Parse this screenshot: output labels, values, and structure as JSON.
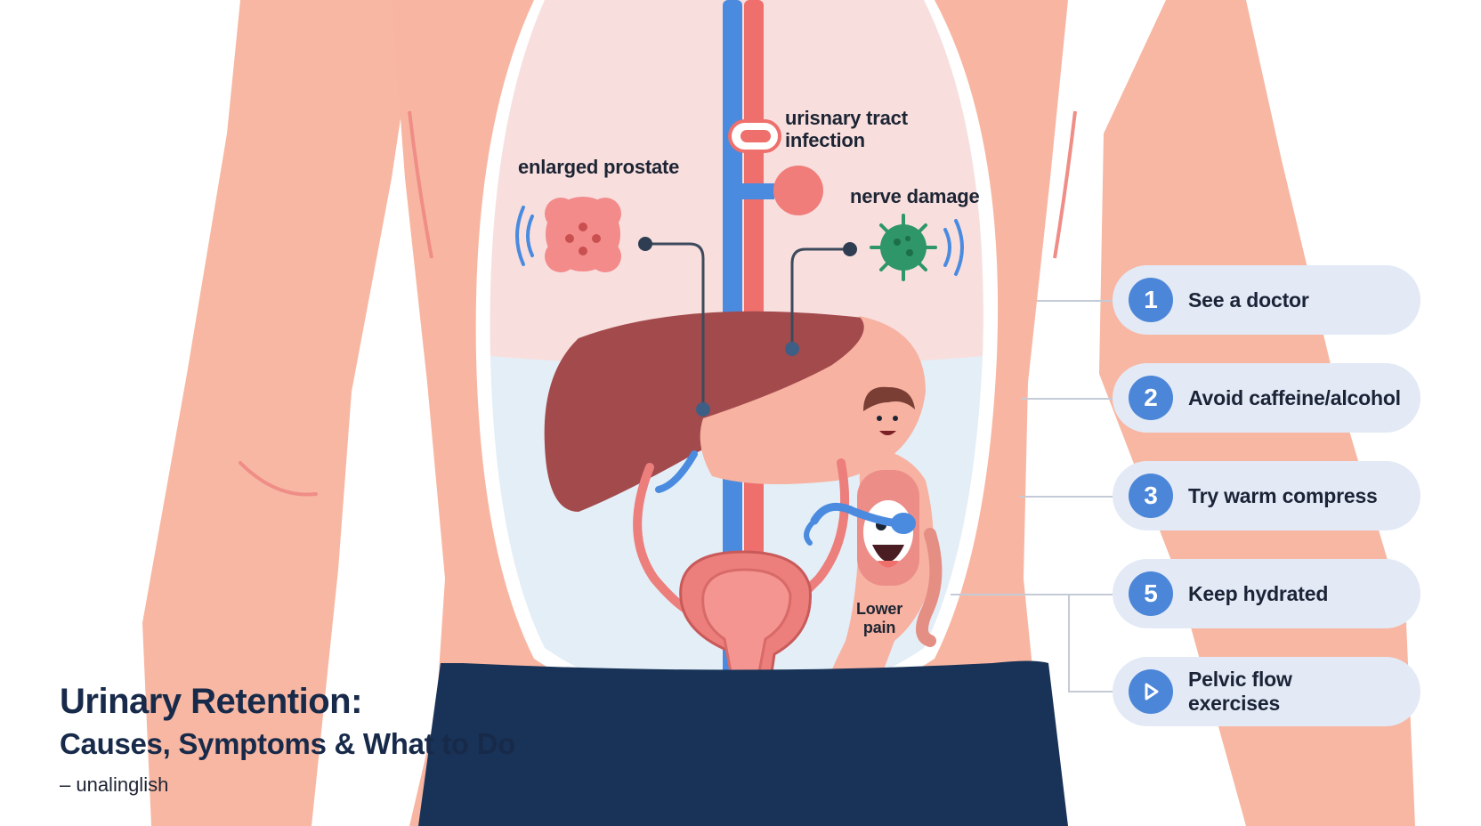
{
  "labels": {
    "uti": [
      "urisnary tract",
      "infection"
    ],
    "prostate": "enlarged prostate",
    "nerve": "nerve damage",
    "lower_pain": [
      "Lower",
      "pain"
    ]
  },
  "steps": [
    {
      "number": "1",
      "label": "See a doctor"
    },
    {
      "number": "2",
      "label": "Avoid caffeine/alcohol"
    },
    {
      "number": "3",
      "label": "Try warm compress"
    },
    {
      "number": "5",
      "label": "Keep hydrated"
    },
    {
      "number": "",
      "icon": "play-icon",
      "label": [
        "Pelvic flow",
        "exercises"
      ]
    }
  ],
  "title": {
    "main": "Urinary Retention:",
    "sub": "Causes, Symptoms & What to Do",
    "credit": "– unalinglish"
  },
  "colors": {
    "skin": "#f7b7a3",
    "torso_window": "#f8dfde",
    "abdomen_window": "#e4eef7",
    "liver": "#a34a4c",
    "bladder": "#ec7e7c",
    "vein": "#4a8be0",
    "artery": "#ee6f6b",
    "shorts": "#183357",
    "pill": "#e3eaf6",
    "badge": "#4c86d8",
    "virus": "#2e9668"
  }
}
